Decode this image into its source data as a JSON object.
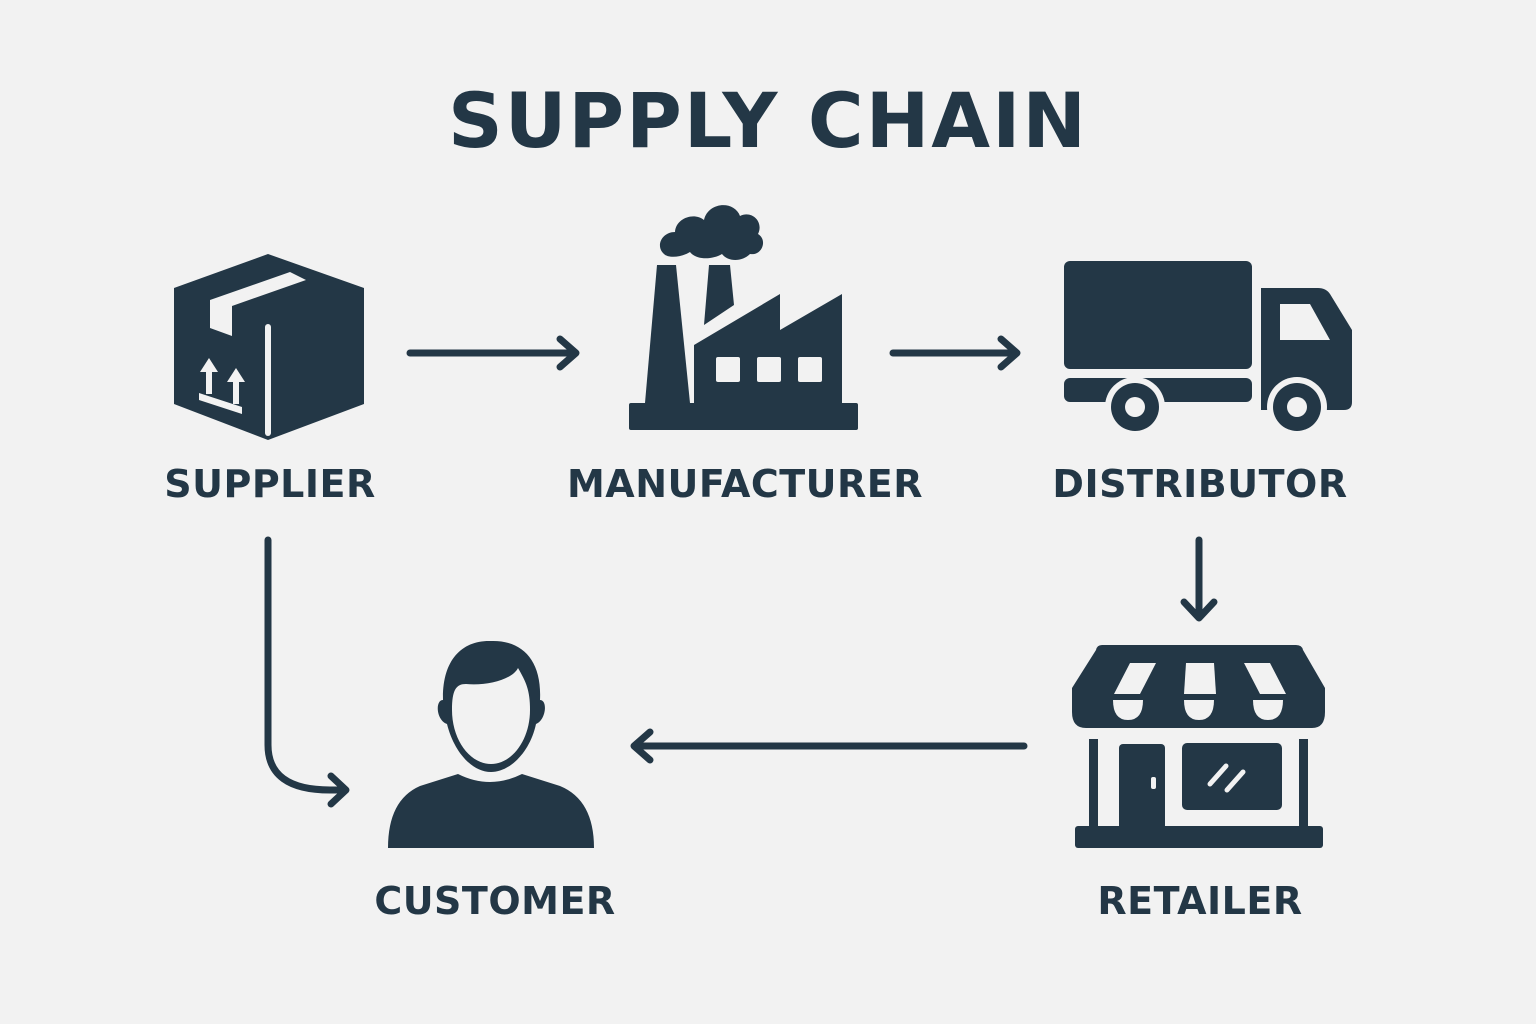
{
  "diagram": {
    "title": "SUPPLY CHAIN",
    "nodes": [
      {
        "id": "supplier",
        "label": "SUPPLIER",
        "icon": "box-icon"
      },
      {
        "id": "manufacturer",
        "label": "MANUFACTURER",
        "icon": "factory-icon"
      },
      {
        "id": "distributor",
        "label": "DISTRIBUTOR",
        "icon": "truck-icon"
      },
      {
        "id": "retailer",
        "label": "RETAILER",
        "icon": "store-icon"
      },
      {
        "id": "customer",
        "label": "CUSTOMER",
        "icon": "person-icon"
      }
    ],
    "edges": [
      {
        "from": "supplier",
        "to": "manufacturer"
      },
      {
        "from": "manufacturer",
        "to": "distributor"
      },
      {
        "from": "distributor",
        "to": "retailer"
      },
      {
        "from": "retailer",
        "to": "customer"
      },
      {
        "from": "supplier",
        "to": "customer"
      }
    ],
    "colors": {
      "ink": "#233746",
      "background": "#f2f2f2"
    }
  }
}
